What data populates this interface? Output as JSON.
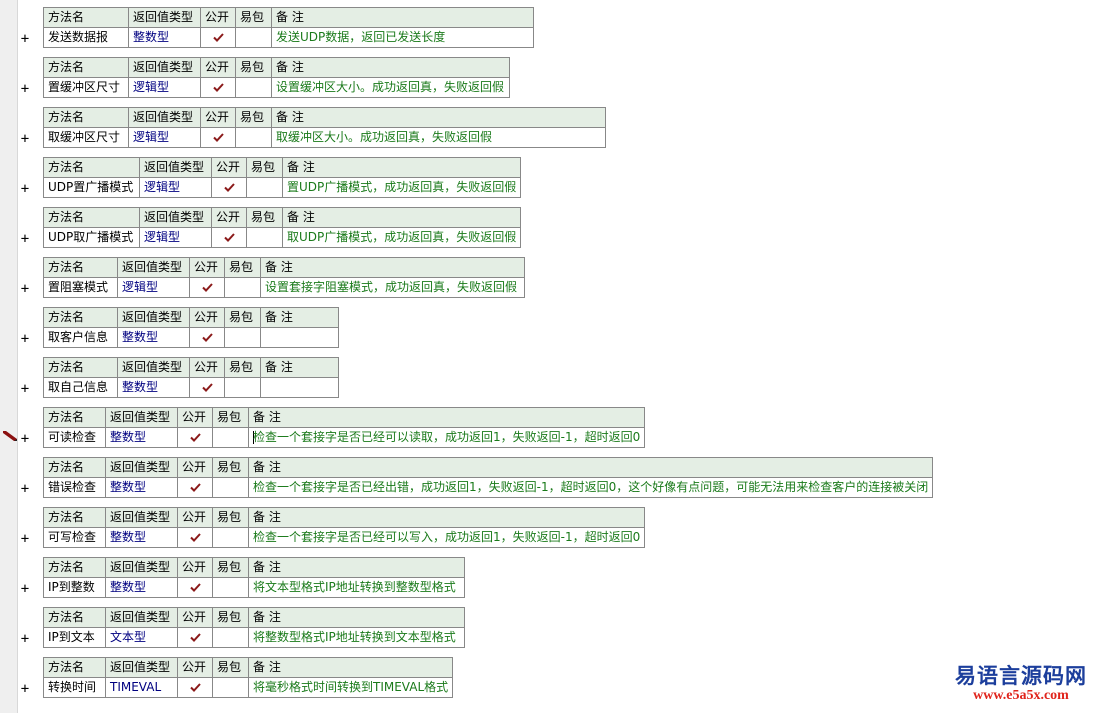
{
  "headers": {
    "name": "方法名",
    "ret": "返回值类型",
    "pub": "公开",
    "easy": "易包",
    "note": "备 注"
  },
  "expand_symbol": "+",
  "methods": [
    {
      "name": "发送数据报",
      "ret": "整数型",
      "public": true,
      "note": "发送UDP数据，返回已发送长度"
    },
    {
      "name": "置缓冲区尺寸",
      "ret": "逻辑型",
      "public": true,
      "note": "设置缓冲区大小。成功返回真，失败返回假"
    },
    {
      "name": "取缓冲区尺寸",
      "ret": "逻辑型",
      "public": true,
      "note": "取缓冲区大小。成功返回真，失败返回假"
    },
    {
      "name": "UDP置广播模式",
      "ret": "逻辑型",
      "public": true,
      "note": "置UDP广播模式，成功返回真，失败返回假"
    },
    {
      "name": "UDP取广播模式",
      "ret": "逻辑型",
      "public": true,
      "note": "取UDP广播模式，成功返回真，失败返回假"
    },
    {
      "name": "置阻塞模式",
      "ret": "逻辑型",
      "public": true,
      "note": "设置套接字阻塞模式，成功返回真，失败返回假"
    },
    {
      "name": "取客户信息",
      "ret": "整数型",
      "public": true,
      "note": ""
    },
    {
      "name": "取自己信息",
      "ret": "整数型",
      "public": true,
      "note": ""
    },
    {
      "name": "可读检查",
      "ret": "整数型",
      "public": true,
      "note": "检查一个套接字是否已经可以读取，成功返回1，失败返回-1，超时返回0"
    },
    {
      "name": "错误检查",
      "ret": "整数型",
      "public": true,
      "note": "检查一个套接字是否已经出错，成功返回1，失败返回-1，超时返回0，这个好像有点问题，可能无法用来检查客户的连接被关闭"
    },
    {
      "name": "可写检查",
      "ret": "整数型",
      "public": true,
      "note": "检查一个套接字是否已经可以写入，成功返回1，失败返回-1，超时返回0"
    },
    {
      "name": "IP到整数",
      "ret": "整数型",
      "public": true,
      "note": "将文本型格式IP地址转换到整数型格式"
    },
    {
      "name": "IP到文本",
      "ret": "文本型",
      "public": true,
      "note": "将整数型格式IP地址转换到文本型格式"
    },
    {
      "name": "转换时间",
      "ret": "TIMEVAL",
      "public": true,
      "note": "将毫秒格式时间转换到TIMEVAL格式"
    }
  ],
  "watermark": {
    "title": "易语言源码网",
    "url": "www.e5a5x.com"
  },
  "colors": {
    "header_bg": "#e4eee4",
    "type_text": "#000080",
    "note_text": "#1a7a1a",
    "check": "#8b1a1a",
    "watermark_title": "#1c3e9c",
    "watermark_url": "#e0241c"
  },
  "icons": {
    "public_check": "checkmark-icon",
    "edit_marker": "pencil-icon"
  }
}
